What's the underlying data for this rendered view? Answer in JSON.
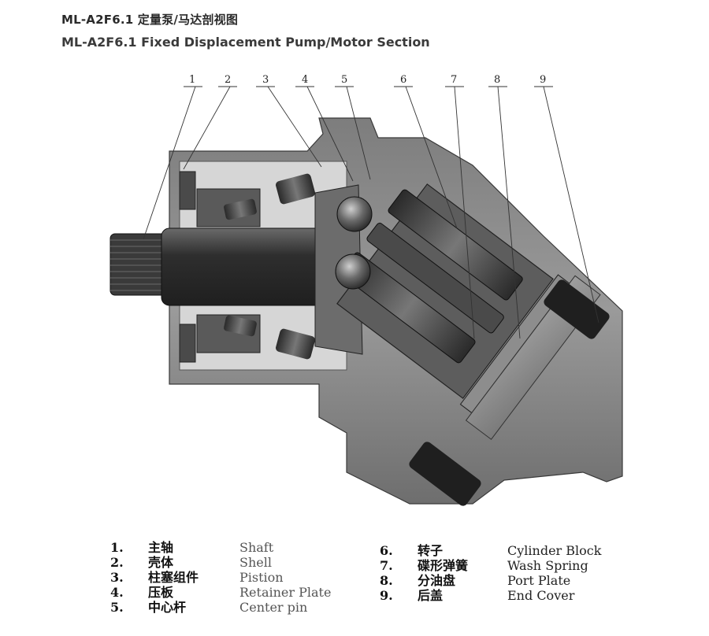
{
  "title_cn": "ML-A2F6.1 定量泵/马达剖视图",
  "title_en": "ML-A2F6.1 Fixed Displacement Pump/Motor Section",
  "callouts": [
    "1",
    "2",
    "3",
    "4",
    "5",
    "6",
    "7",
    "8",
    "9"
  ],
  "legend_left": [
    {
      "num": "1.",
      "cn": "主轴",
      "en": "Shaft"
    },
    {
      "num": "2.",
      "cn": "壳体",
      "en": "Shell"
    },
    {
      "num": "3.",
      "cn": "柱塞组件",
      "en": "Pistion"
    },
    {
      "num": "4.",
      "cn": "压板",
      "en": "Retainer Plate"
    },
    {
      "num": "5.",
      "cn": "中心杆",
      "en": "Center pin"
    }
  ],
  "legend_right": [
    {
      "num": "6.",
      "cn": "转子",
      "en": "Cylinder Block"
    },
    {
      "num": "7.",
      "cn": "碟形弹簧",
      "en": "Wash Spring"
    },
    {
      "num": "8.",
      "cn": "分油盘",
      "en": "Port Plate"
    },
    {
      "num": "9.",
      "cn": "后盖",
      "en": "End Cover"
    }
  ],
  "colors": {
    "housing": "#8a8a8a",
    "housing_dark": "#4a4a4a",
    "shaft": "#3c3c3c",
    "cavity": "#d9d9d9"
  }
}
